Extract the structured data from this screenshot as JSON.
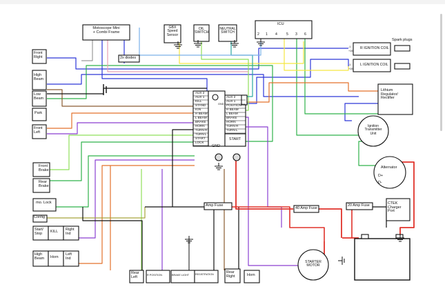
{
  "components": {
    "motoscope": "Motoscope Mini\n+ Combi Frame",
    "gbx": "GBX\nSpeed\nSensor",
    "oil": "OIL\nSWITCH",
    "neutral": "NEUTRAL\nSWITCH",
    "icu": "ICU",
    "diodes": "2x diodes",
    "front_right": "Front\nRight",
    "high_beam": "High\nBeam",
    "low_beam": "Low\nBeam",
    "park": "Park",
    "front_left": "Front\nLeft",
    "front_brake": "Front\nBrake",
    "rear_brake": "Rear\nBrake",
    "mo_lock": "mo. Lock",
    "config": "Config",
    "start_stop": "Start/\nStop",
    "kill": "KILL",
    "right_ind": "Right\nInd",
    "high_beam_2": "High\nBeam",
    "horn_sw": "Horn",
    "left_ind": "Left\nInd",
    "rear_left": "Rear\nLeft",
    "r_position": "R POSITION",
    "brake_light": "BRAKE LIGHT",
    "registration": "REGISTRATION",
    "rear_right": "Rear\nRight",
    "horn": "Horn",
    "starter_motor": "STARTER\nMOTOR",
    "lithium": "Lithium\nRegulator/\nRectifier",
    "ignition_tx": "Ignition\nTransmitter\nUnit",
    "alternator": "Alternator",
    "d_plus": "D+",
    "d_minus": "D-",
    "ctek": "CTEK\nCharger\nPort",
    "r_coil": "R IGNITION COIL",
    "l_coil": "L IGNITION COIL",
    "spark_plugs": "Spark plugs",
    "amp15": "Amp Fuse",
    "amp40": "40 Amp Fuse",
    "amp20": "20 Amp Fuse",
    "gnd": "GND",
    "gnd2": "GND",
    "start": "START"
  },
  "icu_pins": [
    "2",
    "1",
    "4",
    "5",
    "3",
    "6"
  ],
  "coil_pins": [
    "-1",
    "+15",
    "-1",
    "+15"
  ],
  "controller_left_pins": [
    "AUX 2",
    "AUX 1",
    "KILL",
    "STAND",
    "IGN",
    "H BEAM",
    "L BEAM",
    "BRAKE",
    "HORN",
    "TURN R",
    "TURN L",
    "START",
    "LOCK"
  ],
  "controller_right_pins": [
    "AUX 2",
    "AUX 1",
    "POSITION",
    "H BEAM",
    "L BEAM",
    "BRAKE",
    "HORN",
    "TURN R",
    "TURN L"
  ],
  "colors": {
    "red": "#e0322a",
    "blue": "#2c36d8",
    "green": "#2eb24a",
    "purple": "#8a3fd1",
    "yellow": "#f5e642",
    "orange": "#e3702a",
    "lime": "#8fe05a",
    "black": "#111111",
    "grey": "#9a9a9a",
    "pink": "#e8a0b4",
    "brown": "#8a5a30",
    "teal": "#2aa8a0",
    "lightblue": "#7ab0e8",
    "olive": "#a6a33a"
  }
}
